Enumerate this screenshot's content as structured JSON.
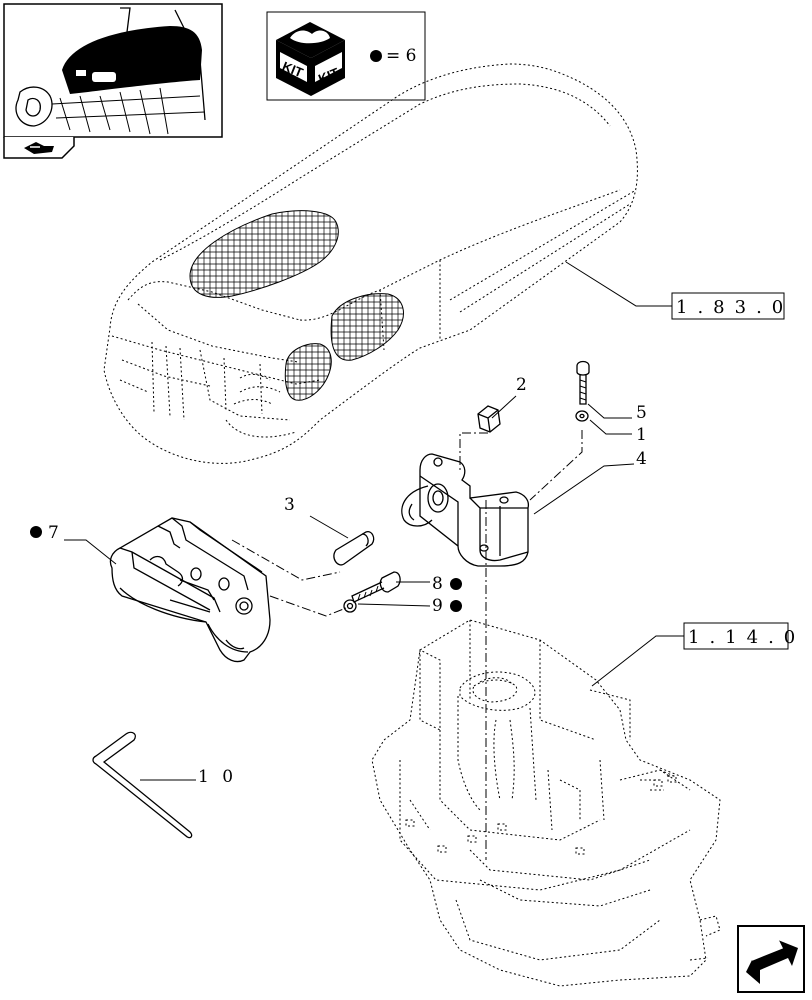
{
  "kit": {
    "box_text_left": "KIT",
    "box_text_right": "KIT",
    "quantity_text": "= 6"
  },
  "references": {
    "hood": "1.83.0",
    "frame": "1.14.0"
  },
  "part_labels": {
    "p1": "1",
    "p2": "2",
    "p3": "3",
    "p4": "4",
    "p5": "5",
    "p7": "7",
    "p8": "8",
    "p9": "9",
    "p10": "1 0"
  },
  "icons": {
    "kit_marker": "filled-circle-icon",
    "thumbnail_nav": "tractor-hood-thumbnail-icon",
    "next_page": "arrow-next-page-icon"
  },
  "colors": {
    "ink": "#000000",
    "paper": "#ffffff"
  }
}
